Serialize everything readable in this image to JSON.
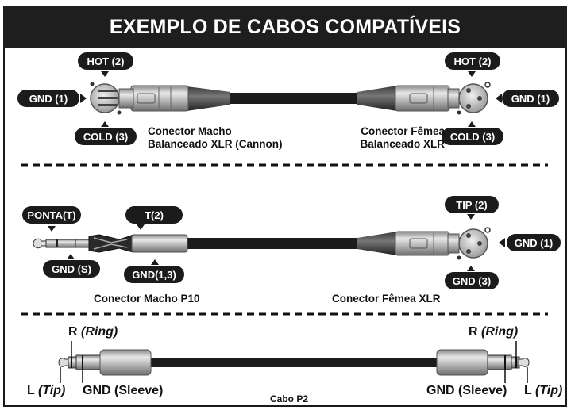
{
  "title": "EXEMPLO DE CABOS COMPATÍVEIS",
  "section1": {
    "left_hot": "HOT (2)",
    "left_gnd": "GND (1)",
    "left_cold": "COLD (3)",
    "left_caption_line1": "Conector Macho",
    "left_caption_line2": "Balanceado XLR (Cannon)",
    "right_hot": "HOT (2)",
    "right_gnd": "GND (1)",
    "right_cold": "COLD (3)",
    "right_caption_line1": "Conector Fêmea",
    "right_caption_line2": "Balanceado XLR"
  },
  "section2": {
    "ponta": "PONTA(T)",
    "t2": "T(2)",
    "gnd_s": "GND (S)",
    "gnd13": "GND(1,3)",
    "tip2": "TIP (2)",
    "gnd1": "GND (1)",
    "gnd3": "GND (3)",
    "left_caption": "Conector Macho P10",
    "right_caption": "Conector Fêmea XLR"
  },
  "section3": {
    "left_r": "R",
    "left_ring": "(Ring)",
    "right_r": "R",
    "right_ring": "(Ring)",
    "left_l": "L",
    "left_tip": "(Tip)",
    "left_gnd": "GND (Sleeve)",
    "right_gnd": "GND (Sleeve)",
    "right_l": "L",
    "right_tip": "(Tip)",
    "caption": "Cabo P2"
  },
  "colors": {
    "title_bg": "#1e1e1e",
    "badge_bg": "#1b1b1b",
    "cable": "#1c1c1c",
    "metal": "#bdbdbd"
  }
}
